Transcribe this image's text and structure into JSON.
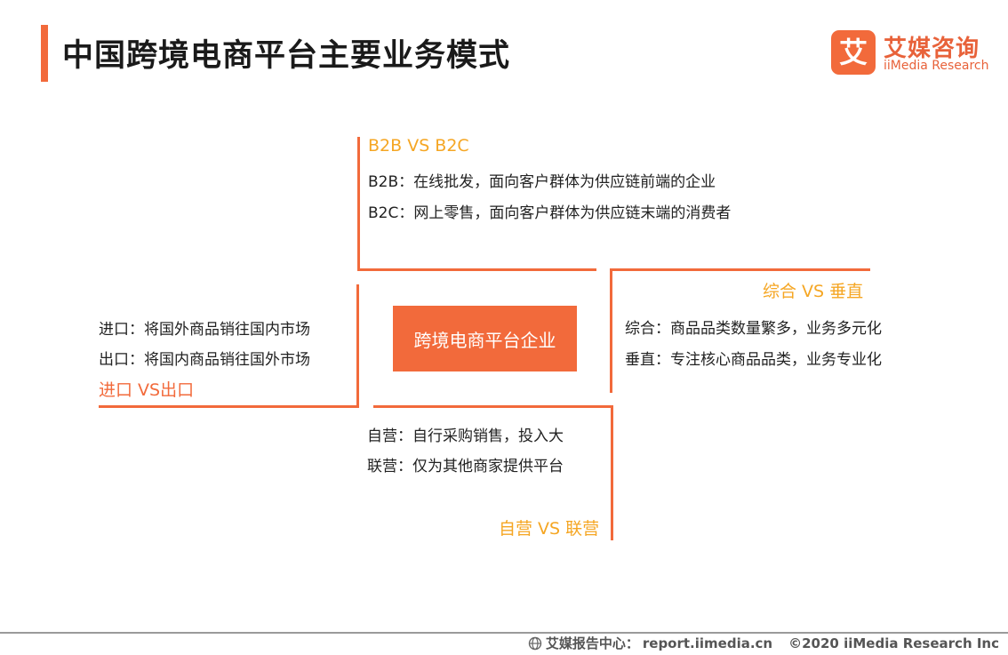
{
  "header": {
    "title": "中国跨境电商平台主要业务模式"
  },
  "logo": {
    "cn_name": "艾媒咨询",
    "en_name": "iiMedia Research",
    "glyph": "艾",
    "brand_color": "#f26a3b"
  },
  "center": {
    "label": "跨境电商平台企业"
  },
  "b2b_b2c": {
    "heading": "B2B VS B2C",
    "line1": "B2B：在线批发，面向客户群体为供应链前端的企业",
    "line2": "B2C：网上零售，面向客户群体为供应链末端的消费者"
  },
  "general_vertical": {
    "heading": "综合 VS 垂直",
    "line1": "综合：商品品类数量繁多，业务多元化",
    "line2": "垂直：专注核心商品品类，业务专业化"
  },
  "import_export": {
    "heading": "进口 VS出口",
    "line1": "进口：将国外商品销往国内市场",
    "line2": "出口：将国内商品销往国外市场"
  },
  "self_joint": {
    "heading": "自营 VS 联营",
    "line1": "自营：自行采购销售，投入大",
    "line2": "联营：仅为其他商家提供平台"
  },
  "footer": {
    "source_label": "艾媒报告中心：",
    "source_url": "report.iimedia.cn",
    "copyright": "©2020  iiMedia Research  Inc"
  },
  "colors": {
    "accent": "#f26a3b",
    "heading_gold": "#f5a623"
  }
}
